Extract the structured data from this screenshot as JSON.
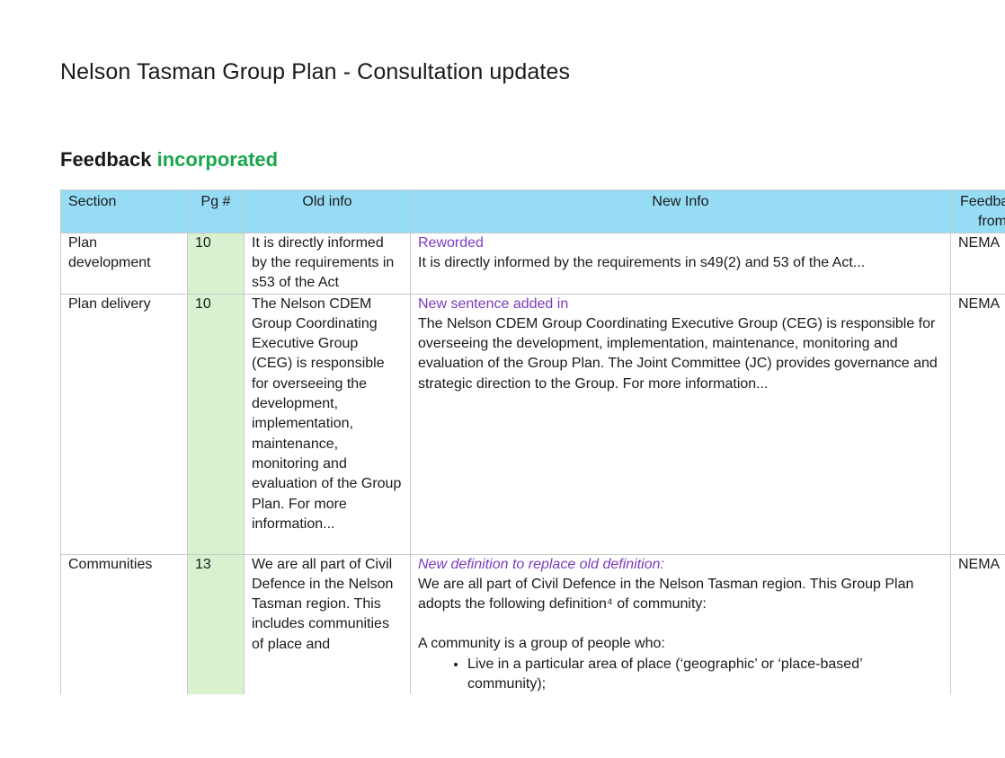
{
  "document": {
    "title": "Nelson Tasman Group Plan - Consultation updates",
    "section_heading_main": "Feedback",
    "section_heading_accent": "incorporated",
    "accent_color": "#1aa64a"
  },
  "table": {
    "headers": {
      "section": "Section",
      "pg": "Pg #",
      "old": "Old info",
      "new": "New Info",
      "feedback_line1": "Feedback",
      "feedback_line2": "from"
    },
    "rows": [
      {
        "section": "Plan development",
        "pg": "10",
        "old": "It is directly informed by the requirements in s53 of the Act",
        "note": "Reworded",
        "new": "It is directly informed by the requirements in s49(2) and 53 of the Act...",
        "feedback": "NEMA"
      },
      {
        "section": "Plan delivery",
        "pg": "10",
        "old": "The Nelson CDEM Group Coordinating Executive Group (CEG) is responsible for overseeing the development, implementation, maintenance, monitoring and evaluation of the Group Plan. For more information...",
        "note": "New sentence added in",
        "new": "The Nelson CDEM Group Coordinating Executive Group (CEG) is responsible for overseeing the development, implementation, maintenance, monitoring and evaluation of the Group Plan. The Joint Committee (JC) provides governance and strategic direction to the Group. For more information...",
        "feedback": "NEMA"
      },
      {
        "section": "Communities",
        "pg": "13",
        "old": "We are all part of Civil Defence in the Nelson Tasman region. This includes communities of place and",
        "note": "New definition to replace old definition:",
        "new": "We are all part of Civil Defence in the Nelson Tasman region. This Group Plan adopts the following definition⁴ of community:",
        "new_intro": "A community is a group of people who:",
        "new_bullets": [
          "Live in a particular area of place (‘geographic’ or ‘place-based’ community);"
        ],
        "feedback": "NEMA"
      }
    ]
  }
}
